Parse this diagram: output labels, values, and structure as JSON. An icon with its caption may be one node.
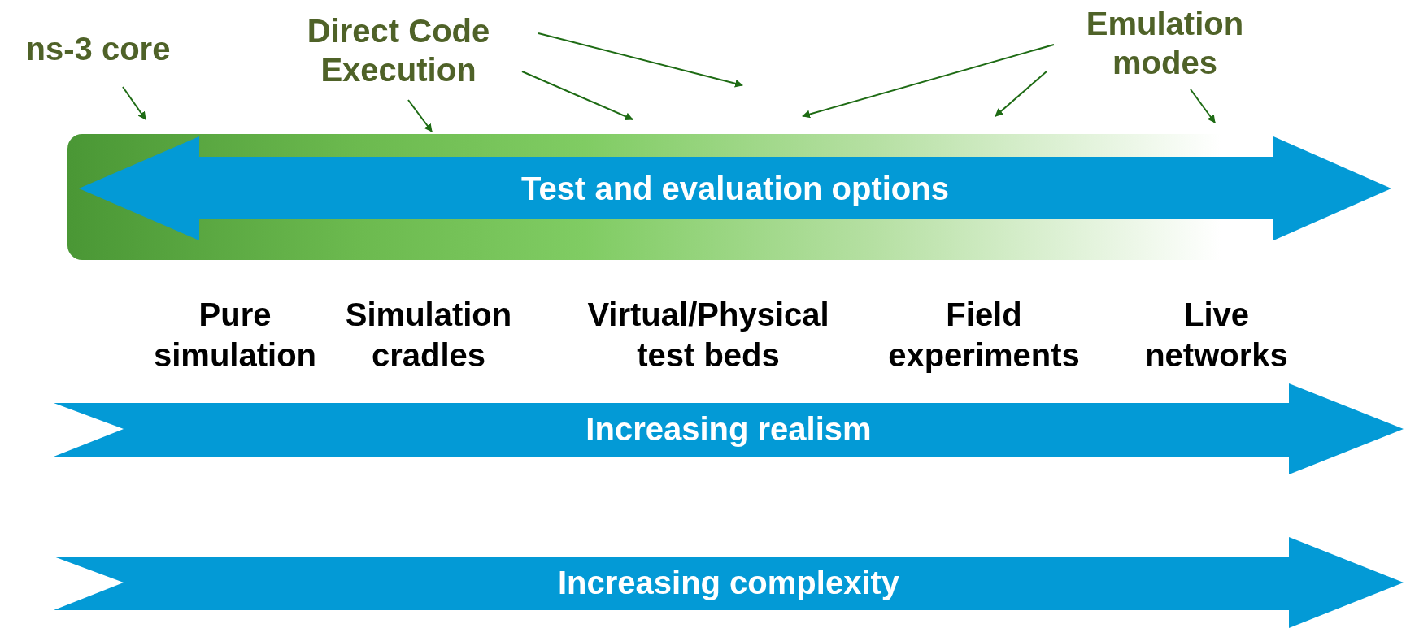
{
  "diagram": {
    "nodes": [
      {
        "text": [
          "ns-3 core"
        ]
      },
      {
        "text": [
          "Direct Code Execution"
        ]
      },
      {
        "text": [
          "Emulation modes"
        ]
      },
      {
        "text": [],
        "shape": "bar"
      },
      {
        "text": [
          "Test and evaluation options"
        ],
        "in": 3
      },
      {
        "text": [
          "Increasing realism"
        ]
      },
      {
        "text": [
          "Increasing complexity"
        ]
      }
    ],
    "edges": [
      {
        "from": 0,
        "to": 3,
        "arrow": "to"
      },
      {
        "from": 1,
        "to": 3,
        "arrow": "to"
      },
      {
        "from": 1,
        "to": 3,
        "arrow": "to"
      },
      {
        "from": 1,
        "to": 3,
        "arrow": "to"
      },
      {
        "from": 2,
        "to": 3,
        "arrow": "to"
      },
      {
        "from": 2,
        "to": 3,
        "arrow": "to"
      },
      {
        "from": 2,
        "to": 3,
        "arrow": "to"
      }
    ],
    "labels": [
      "Pure simulation",
      "Simulation cradles",
      "Virtual/Physical test beds",
      "Field experiments",
      "Live networks"
    ]
  }
}
